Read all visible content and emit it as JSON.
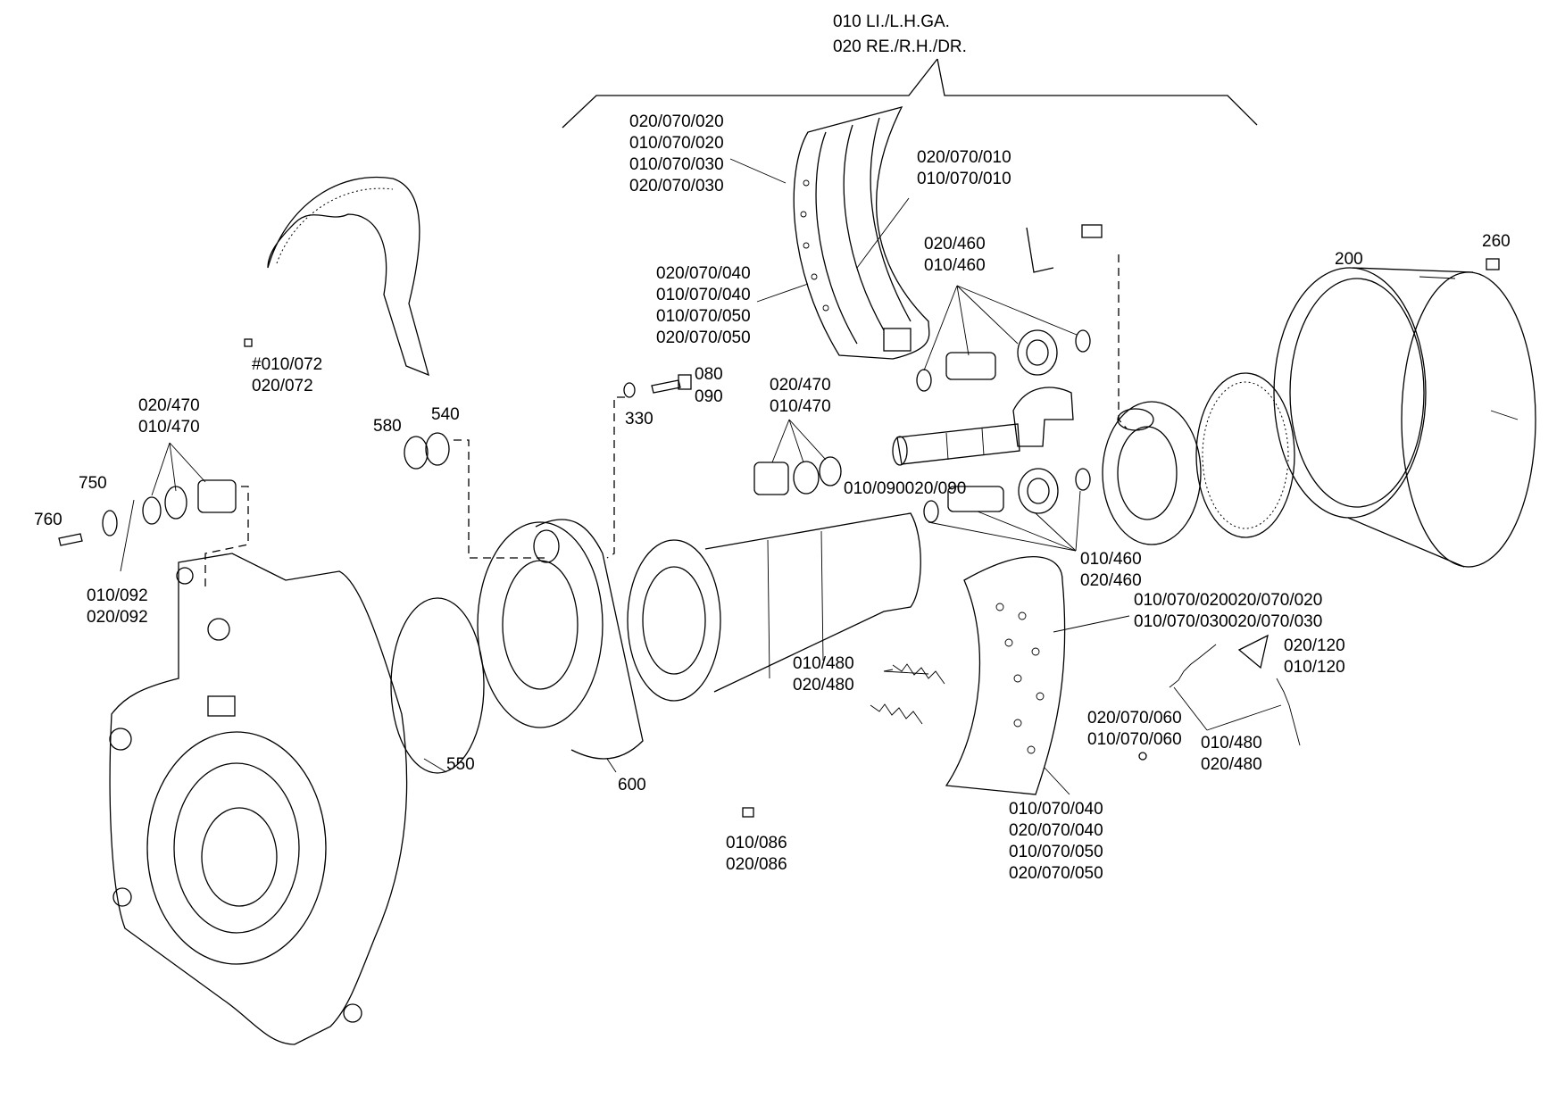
{
  "header": {
    "line1": "010 LI./L.H.GA.",
    "line2": "020 RE./R.H./DR."
  },
  "labels": {
    "l_shoe_top_1": "020/070/020",
    "l_shoe_top_2": "010/070/020",
    "l_shoe_top_3": "010/070/030",
    "l_shoe_top_4": "020/070/030",
    "l_shoe_rib_1": "020/070/010",
    "l_shoe_rib_2": "010/070/010",
    "l_shoe_lining_1": "020/070/040",
    "l_shoe_lining_2": "010/070/040",
    "l_shoe_lining_3": "010/070/050",
    "l_shoe_lining_4": "020/070/050",
    "l_460_top_1": "020/460",
    "l_460_top_2": "010/460",
    "l_260": "260",
    "l_200": "200",
    "l_072_1": "#010/072",
    "l_072_2": "020/072",
    "l_470_left_1": "020/470",
    "l_470_left_2": "010/470",
    "l_750": "750",
    "l_760": "760",
    "l_092_1": "010/092",
    "l_092_2": "020/092",
    "l_580": "580",
    "l_540": "540",
    "l_330": "330",
    "l_080": "080",
    "l_090": "090",
    "l_470_mid_1": "020/470",
    "l_470_mid_2": "010/470",
    "l_camshaft": "010/090020/090",
    "l_460_bot_1": "010/460",
    "l_460_bot_2": "020/460",
    "l_shoe2_top_1": "010/070/020020/070/020",
    "l_shoe2_top_2": "010/070/030020/070/030",
    "l_120_1": "020/120",
    "l_120_2": "010/120",
    "l_480_left_1": "010/480",
    "l_480_left_2": "020/480",
    "l_060_1": "020/070/060",
    "l_060_2": "010/070/060",
    "l_480_right_1": "010/480",
    "l_480_right_2": "020/480",
    "l_550": "550",
    "l_600": "600",
    "l_086_1": "010/086",
    "l_086_2": "020/086",
    "l_shoe2_bot_1": "010/070/040",
    "l_shoe2_bot_2": "020/070/040",
    "l_shoe2_bot_3": "010/070/050",
    "l_shoe2_bot_4": "020/070/050"
  }
}
